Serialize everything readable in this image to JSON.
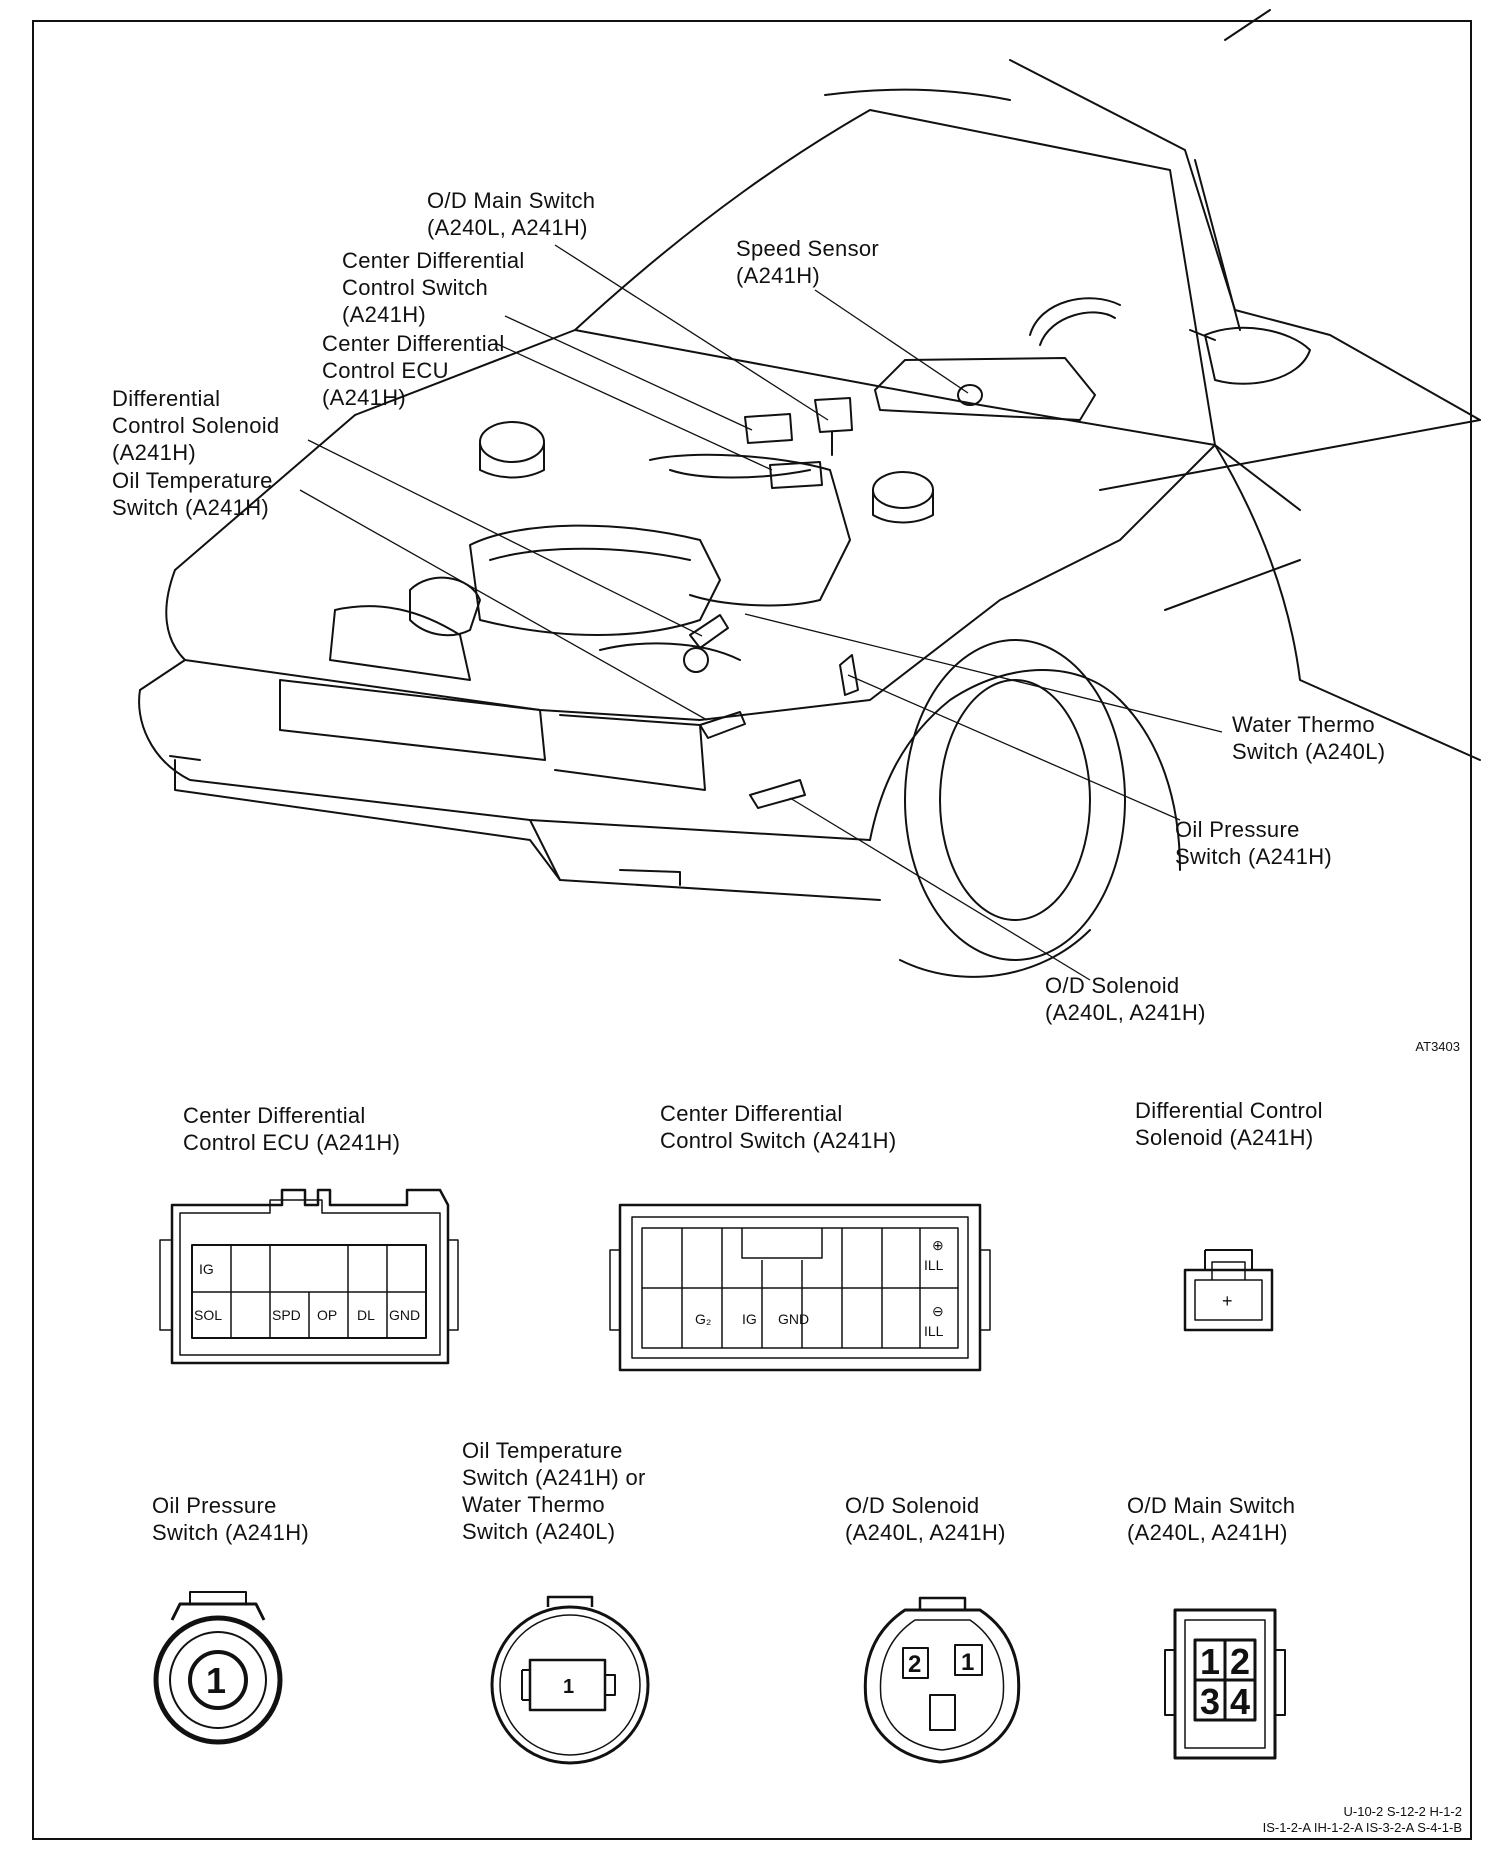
{
  "figure_code": "AT3403",
  "footer_codes": [
    "U-10-2  S-12-2  H-1-2",
    "IS-1-2-A  IH-1-2-A  IS-3-2-A  S-4-1-B"
  ],
  "callouts": {
    "od_main_switch": "O/D Main Switch\n(A240L, A241H)",
    "center_diff_switch": "Center Differential\nControl Switch\n(A241H)",
    "center_diff_ecu": "Center Differential\nControl ECU\n(A241H)",
    "diff_control_solenoid": "Differential\nControl Solenoid\n(A241H)",
    "oil_temp_switch": "Oil Temperature\nSwitch (A241H)",
    "speed_sensor": "Speed Sensor\n(A241H)",
    "water_thermo_switch": "Water Thermo\nSwitch (A240L)",
    "oil_pressure_switch": "Oil Pressure\nSwitch (A241H)",
    "od_solenoid": "O/D Solenoid\n(A240L, A241H)"
  },
  "connectors": {
    "ecu": {
      "title": "Center Differential\nControl ECU (A241H)",
      "pins": [
        "IG",
        "SOL",
        "SPD",
        "OP",
        "DL",
        "GND"
      ]
    },
    "cd_switch": {
      "title": "Center Differential\nControl Switch (A241H)",
      "pins": [
        "G₂",
        "IG",
        "GND",
        "⊕",
        "ILL",
        "⊖",
        "ILL"
      ]
    },
    "dcs": {
      "title": "Differential Control\nSolenoid (A241H)",
      "pins": [
        "+"
      ]
    },
    "oil_pressure": {
      "title": "Oil Pressure\nSwitch (A241H)",
      "pins": [
        "1"
      ]
    },
    "oil_temp": {
      "title": "Oil Temperature\nSwitch (A241H) or\nWater Thermo\nSwitch (A240L)",
      "pins": [
        "1"
      ]
    },
    "od_solenoid": {
      "title": "O/D Solenoid\n(A240L, A241H)",
      "pins": [
        "2",
        "1"
      ]
    },
    "od_main": {
      "title": "O/D Main Switch\n(A240L, A241H)",
      "pins": [
        "1",
        "2",
        "3",
        "4"
      ]
    }
  }
}
